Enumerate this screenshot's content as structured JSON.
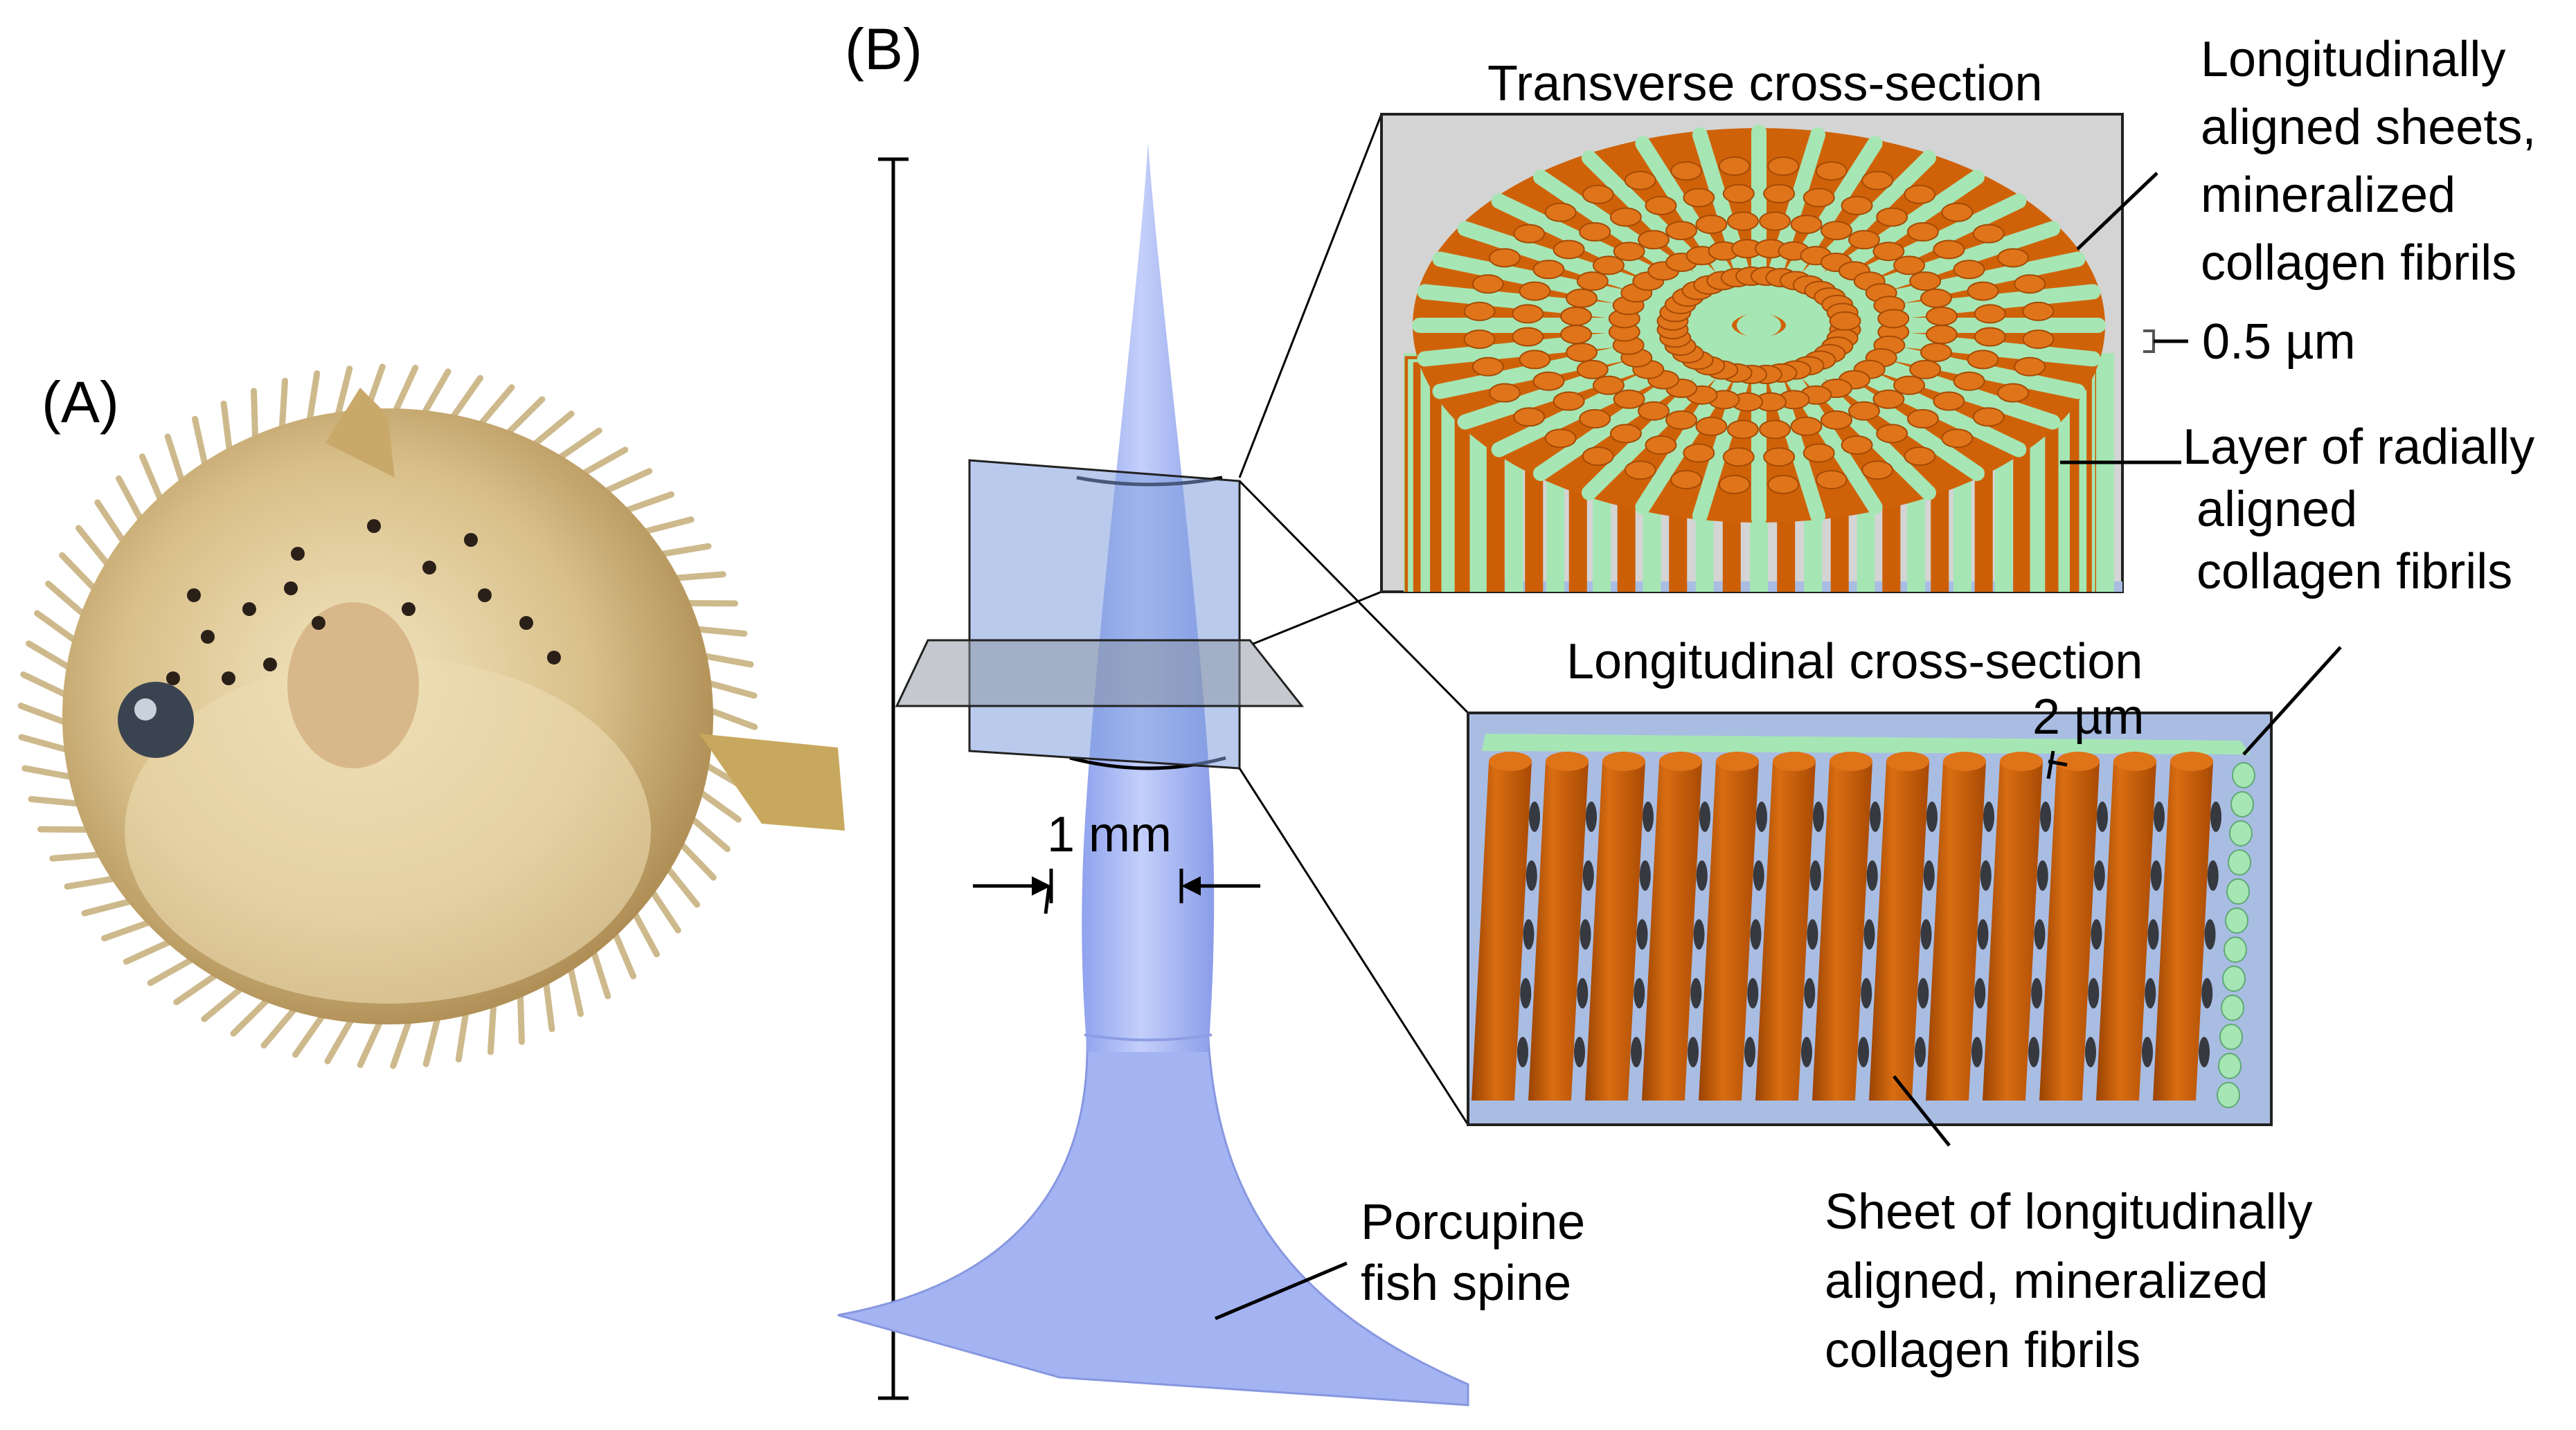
{
  "panels": {
    "a": "(A)",
    "b": "(B)"
  },
  "transverse": {
    "title": "Transverse cross-section",
    "label_sheets": [
      "Longitudinally",
      "aligned sheets,",
      "mineralized",
      "collagen fibrils"
    ],
    "scale": "0.5 µm",
    "label_layer": [
      "Layer of radially",
      "aligned",
      "collagen fibrils"
    ]
  },
  "longitudinal": {
    "title": "Longitudinal cross-section",
    "scale": "2 µm",
    "label_sheet": [
      "Sheet of longitudinally",
      "aligned, mineralized",
      "collagen fibrils"
    ]
  },
  "spine": {
    "width_label": "1 mm",
    "label": [
      "Porcupine",
      "fish spine"
    ]
  },
  "colors": {
    "spine": "#a9b8f5",
    "fibril_orange": "#cc5f06",
    "fibril_green": "#a6e6b4",
    "panel_bg": "#d4d4d4",
    "long_panel_bg": "#a9bde3",
    "fish_body": "#d9c08a"
  }
}
